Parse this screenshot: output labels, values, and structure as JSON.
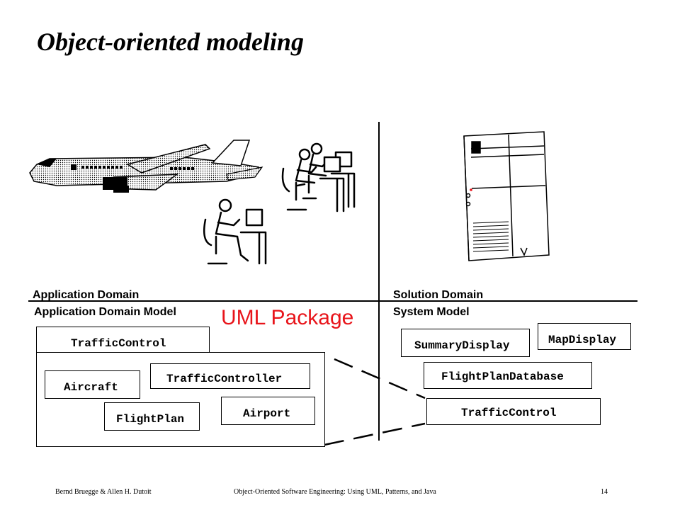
{
  "title": "Object-oriented modeling",
  "labels": {
    "application_domain": "Application Domain",
    "solution_domain": "Solution Domain",
    "application_domain_model": "Application Domain Model",
    "system_model": "System Model",
    "uml_package": "UML Package"
  },
  "application_model": {
    "package_tab": "TrafficControl",
    "classes": [
      "Aircraft",
      "TrafficController",
      "FlightPlan",
      "Airport"
    ]
  },
  "system_model": {
    "classes": [
      "SummaryDisplay",
      "MapDisplay",
      "FlightPlanDatabase",
      "TrafficControl"
    ]
  },
  "icons": [
    "airplane-icon",
    "controller-workstation-icon",
    "server-tower-icon"
  ],
  "colors": {
    "uml_package": "#e8141a"
  },
  "footer": {
    "authors": "Bernd Bruegge & Allen H. Dutoit",
    "book": "Object-Oriented Software Engineering: Using UML, Patterns, and Java",
    "page": "14"
  }
}
